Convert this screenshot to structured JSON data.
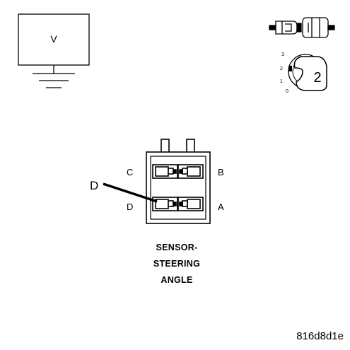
{
  "meter": {
    "label": "V"
  },
  "ignition": {
    "positions": [
      "3",
      "2",
      "1",
      "0"
    ],
    "selected": "2"
  },
  "connector": {
    "pins": {
      "c": "C",
      "b": "B",
      "d": "D",
      "a": "A"
    },
    "probe_label": "D"
  },
  "caption": {
    "line1": "SENSOR-",
    "line2": "STEERING",
    "line3": "ANGLE"
  },
  "figure_id": "816d8d1e"
}
